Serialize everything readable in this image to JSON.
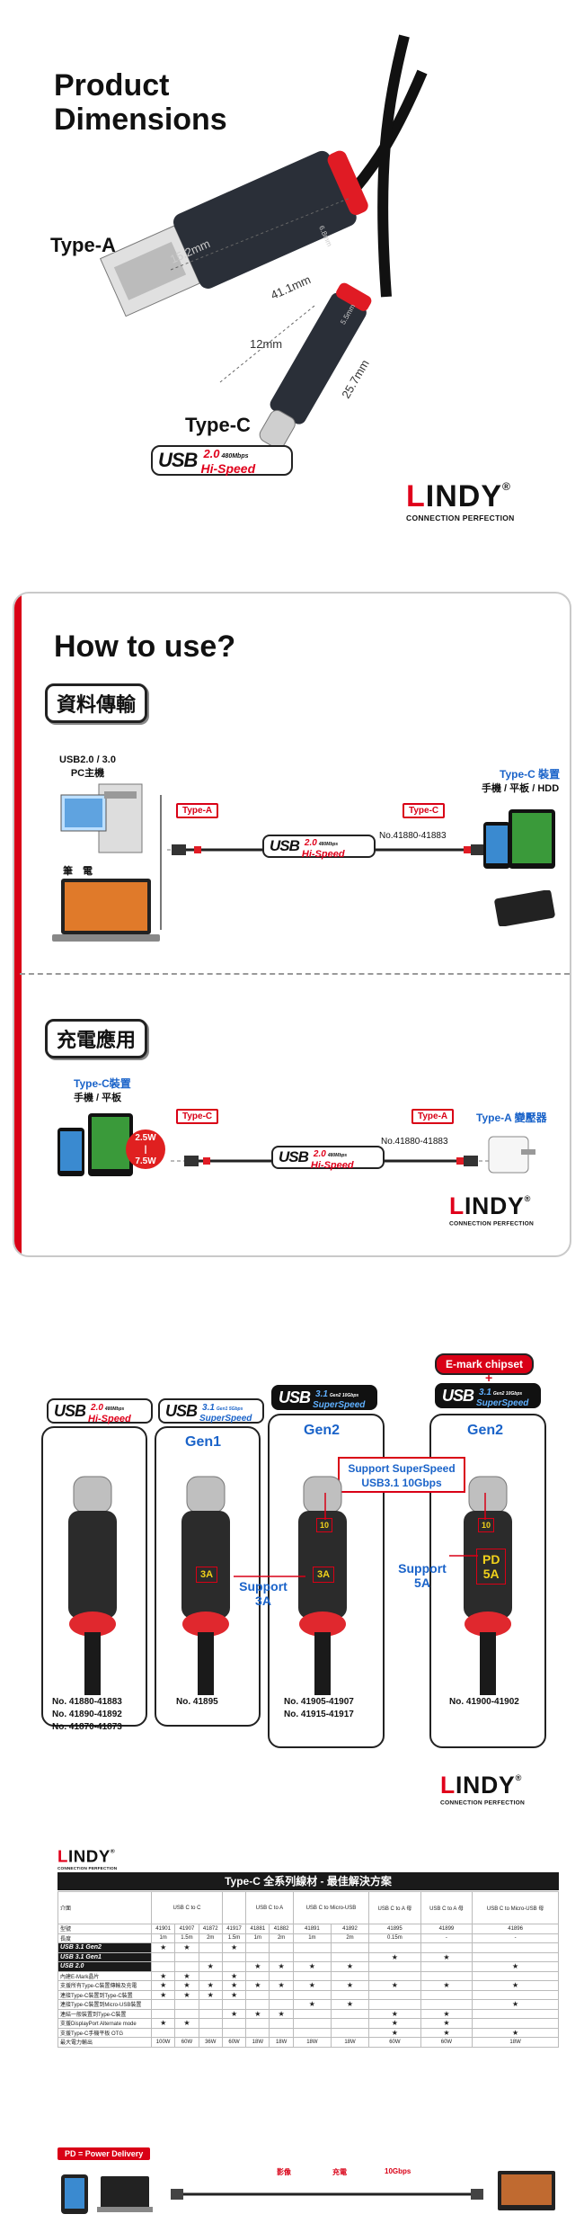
{
  "dimensions": {
    "title_line1": "Product",
    "title_line2": "Dimensions",
    "type_a_label": "Type-A",
    "type_c_label": "Type-C",
    "dim_152": "15.2mm",
    "dim_411": "41.1mm",
    "dim_12": "12mm",
    "dim_257": "25.7mm",
    "dim_side": "6.8mm",
    "dim_side2": "5.5mm",
    "badge": {
      "usb": "USB",
      "ver": "2.0",
      "speed_mb": "480Mbps",
      "speed": "Hi-Speed"
    }
  },
  "lindy": {
    "word_l": "L",
    "word_rest": "INDY",
    "reg": "®",
    "tagline": "CONNECTION PERFECTION"
  },
  "how": {
    "title": "How to use?",
    "data_btn": "資料傳輸",
    "pc_label": "USB2.0 / 3.0",
    "pc_label2": "PC主機",
    "notebook_label": "筆　電",
    "tag_a": "Type-A",
    "tag_c": "Type-C",
    "model_range": "No.41880-41883",
    "device_title": "Type-C 裝置",
    "device_sub": "手機 / 平板 / HDD",
    "charge_btn": "充電應用",
    "charge_device_title": "Type-C裝置",
    "charge_device_sub": "手機 / 平板",
    "charge_w1": "2.5W",
    "charge_w2": "7.5W",
    "charger_label": "Type-A 變壓器",
    "model_range2": "No.41880-41883"
  },
  "series": {
    "emark": "E-mark chipset",
    "plus": "+",
    "badges": [
      {
        "usb": "USB",
        "ver": "2.0",
        "mb": "480Mbps",
        "speed": "Hi-Speed"
      },
      {
        "usb": "USB",
        "ver": "3.1",
        "mb": "Gen1 5Gbps",
        "speed": "SuperSpeed"
      },
      {
        "usb": "USB",
        "ver": "3.1",
        "mb": "Gen2 10Gbps",
        "speed": "SuperSpeed"
      },
      {
        "usb": "USB",
        "ver": "3.1",
        "mb": "Gen2 10Gbps",
        "speed": "SuperSpeed"
      }
    ],
    "gen1": "Gen1",
    "gen2": "Gen2",
    "gen2b": "Gen2",
    "support_ss_1": "Support SuperSpeed",
    "support_ss_2": "USB3.1 10Gbps",
    "support3a_1": "Support",
    "support3a_2": "3A",
    "support5a_1": "Support",
    "support5a_2": "5A",
    "chip_3a_1": "3A",
    "chip_3a_2": "3A",
    "chip_pd_1": "PD",
    "chip_pd_2": "5A",
    "chip_10": "10",
    "chip_10b": "10",
    "models_col1": [
      "No. 41880-41883",
      "No. 41890-41892",
      "No. 41870-41873"
    ],
    "models_col2": [
      "No. 41895"
    ],
    "models_col3": [
      "No. 41905-41907",
      "No. 41915-41917"
    ],
    "models_col4": [
      "No. 41900-41902"
    ]
  },
  "table": {
    "title": "Type-C 全系列線材 - 最佳解決方案",
    "row_head": "介面",
    "col_groups": [
      "USB C to C",
      "USB C to A",
      "USB C to Micro-USB",
      "USB C to A 母",
      "USB C to A 母",
      "USB C to Micro-USB 母"
    ],
    "model_label": "型號",
    "models": [
      "41901",
      "41907",
      "41872",
      "41917",
      "41881",
      "41882",
      "41891",
      "41892",
      "41895",
      "41899",
      "41896"
    ],
    "length_label": "長度",
    "lengths": [
      "1m",
      "1.5m",
      "2m",
      "1.5m",
      "1m",
      "2m",
      "1m",
      "2m",
      "0.15m",
      "-",
      "-"
    ],
    "rows": [
      "USB 3.1 Gen2",
      "USB 3.1 Gen1",
      "USB 2.0",
      "內建E-Mark晶片",
      "支援所有Type-C裝置傳輸及充電",
      "連接Type-C裝置到Type-C裝置",
      "連接Type-C裝置到Micro-USB裝置",
      "連結一般裝置到Type-C裝置",
      "支援DisplayPort Alternate mode",
      "支援Type-C手機平板 OTG",
      "最大電力輸出"
    ],
    "power": [
      "100W",
      "60W",
      "36W",
      "60W",
      "18W",
      "18W",
      "18W",
      "18W",
      "60W",
      "60W",
      "18W"
    ],
    "pd_note": "PD = Power Delivery",
    "bottom_labels": [
      "影像",
      "充電",
      "10Gbps"
    ]
  }
}
